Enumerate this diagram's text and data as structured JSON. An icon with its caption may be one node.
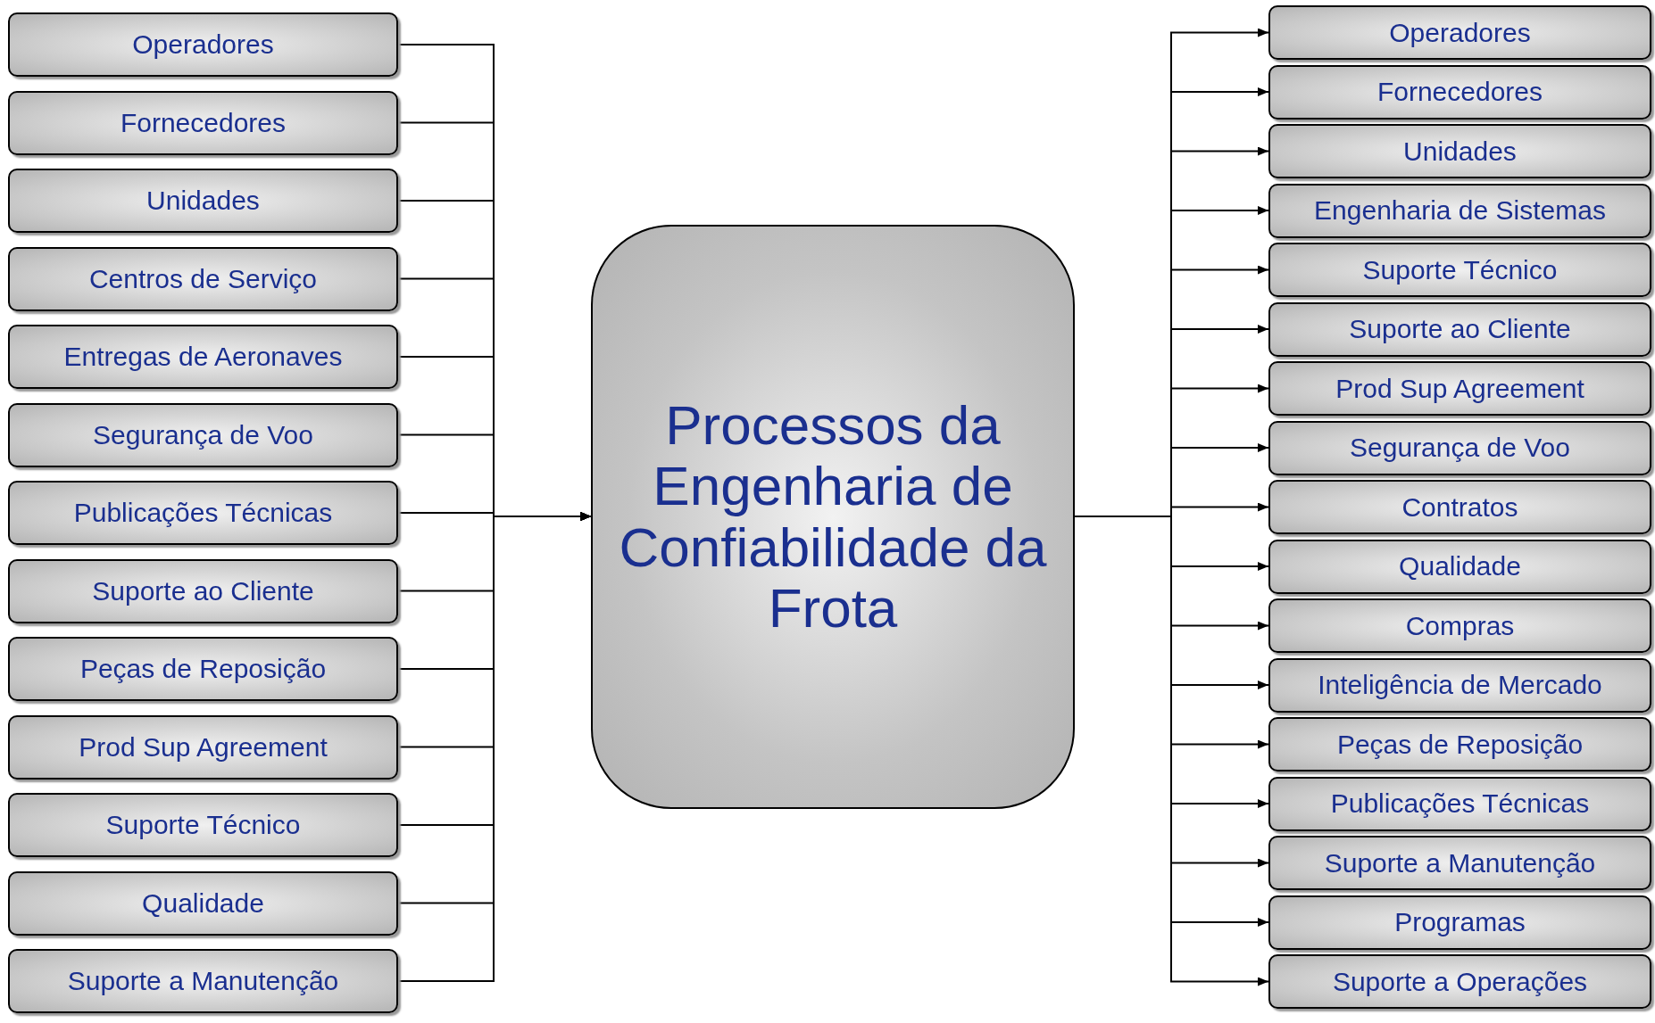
{
  "diagram": {
    "nodes": [
      {
        "text": [
          "Operadores"
        ]
      },
      {
        "text": [
          "Fornecedores"
        ]
      },
      {
        "text": [
          "Unidades"
        ]
      },
      {
        "text": [
          "Centros de Serviço"
        ]
      },
      {
        "text": [
          "Entregas de Aeronaves"
        ]
      },
      {
        "text": [
          "Segurança de Voo"
        ]
      },
      {
        "text": [
          "Publicações Técnicas"
        ]
      },
      {
        "text": [
          "Suporte ao Cliente"
        ]
      },
      {
        "text": [
          "Peças de Reposição"
        ]
      },
      {
        "text": [
          "Prod Sup Agreement"
        ]
      },
      {
        "text": [
          "Suporte Técnico"
        ]
      },
      {
        "text": [
          "Qualidade"
        ]
      },
      {
        "text": [
          "Suporte a Manutenção"
        ]
      },
      {
        "text": [
          "Processos da Engenharia de Confiabilidade da Frota"
        ]
      },
      {
        "text": [
          "Operadores"
        ]
      },
      {
        "text": [
          "Fornecedores"
        ]
      },
      {
        "text": [
          "Unidades"
        ]
      },
      {
        "text": [
          "Engenharia de Sistemas"
        ]
      },
      {
        "text": [
          "Suporte Técnico"
        ]
      },
      {
        "text": [
          "Suporte ao Cliente"
        ]
      },
      {
        "text": [
          "Prod Sup Agreement"
        ]
      },
      {
        "text": [
          "Segurança de Voo"
        ]
      },
      {
        "text": [
          "Contratos"
        ]
      },
      {
        "text": [
          "Qualidade"
        ]
      },
      {
        "text": [
          "Compras"
        ]
      },
      {
        "text": [
          "Inteligência de Mercado"
        ]
      },
      {
        "text": [
          "Peças de Reposição"
        ]
      },
      {
        "text": [
          "Publicações Técnicas"
        ]
      },
      {
        "text": [
          "Suporte a Manutenção"
        ]
      },
      {
        "text": [
          "Programas"
        ]
      },
      {
        "text": [
          "Suporte a Operações"
        ]
      }
    ],
    "edges": [
      {
        "from": 0,
        "to": 13,
        "arrow": "to"
      },
      {
        "from": 1,
        "to": 13,
        "arrow": "to"
      },
      {
        "from": 2,
        "to": 13,
        "arrow": "to"
      },
      {
        "from": 3,
        "to": 13,
        "arrow": "to"
      },
      {
        "from": 4,
        "to": 13,
        "arrow": "to"
      },
      {
        "from": 5,
        "to": 13,
        "arrow": "to"
      },
      {
        "from": 6,
        "to": 13,
        "arrow": "to"
      },
      {
        "from": 7,
        "to": 13,
        "arrow": "to"
      },
      {
        "from": 8,
        "to": 13,
        "arrow": "to"
      },
      {
        "from": 9,
        "to": 13,
        "arrow": "to"
      },
      {
        "from": 10,
        "to": 13,
        "arrow": "to"
      },
      {
        "from": 11,
        "to": 13,
        "arrow": "to"
      },
      {
        "from": 12,
        "to": 13,
        "arrow": "to"
      },
      {
        "from": 13,
        "to": 14,
        "arrow": "to"
      },
      {
        "from": 13,
        "to": 15,
        "arrow": "to"
      },
      {
        "from": 13,
        "to": 16,
        "arrow": "to"
      },
      {
        "from": 13,
        "to": 17,
        "arrow": "to"
      },
      {
        "from": 13,
        "to": 18,
        "arrow": "to"
      },
      {
        "from": 13,
        "to": 19,
        "arrow": "to"
      },
      {
        "from": 13,
        "to": 20,
        "arrow": "to"
      },
      {
        "from": 13,
        "to": 21,
        "arrow": "to"
      },
      {
        "from": 13,
        "to": 22,
        "arrow": "to"
      },
      {
        "from": 13,
        "to": 23,
        "arrow": "to"
      },
      {
        "from": 13,
        "to": 24,
        "arrow": "to"
      },
      {
        "from": 13,
        "to": 25,
        "arrow": "to"
      },
      {
        "from": 13,
        "to": 26,
        "arrow": "to"
      },
      {
        "from": 13,
        "to": 27,
        "arrow": "to"
      },
      {
        "from": 13,
        "to": 28,
        "arrow": "to"
      },
      {
        "from": 13,
        "to": 29,
        "arrow": "to"
      },
      {
        "from": 13,
        "to": 30,
        "arrow": "to"
      }
    ]
  }
}
